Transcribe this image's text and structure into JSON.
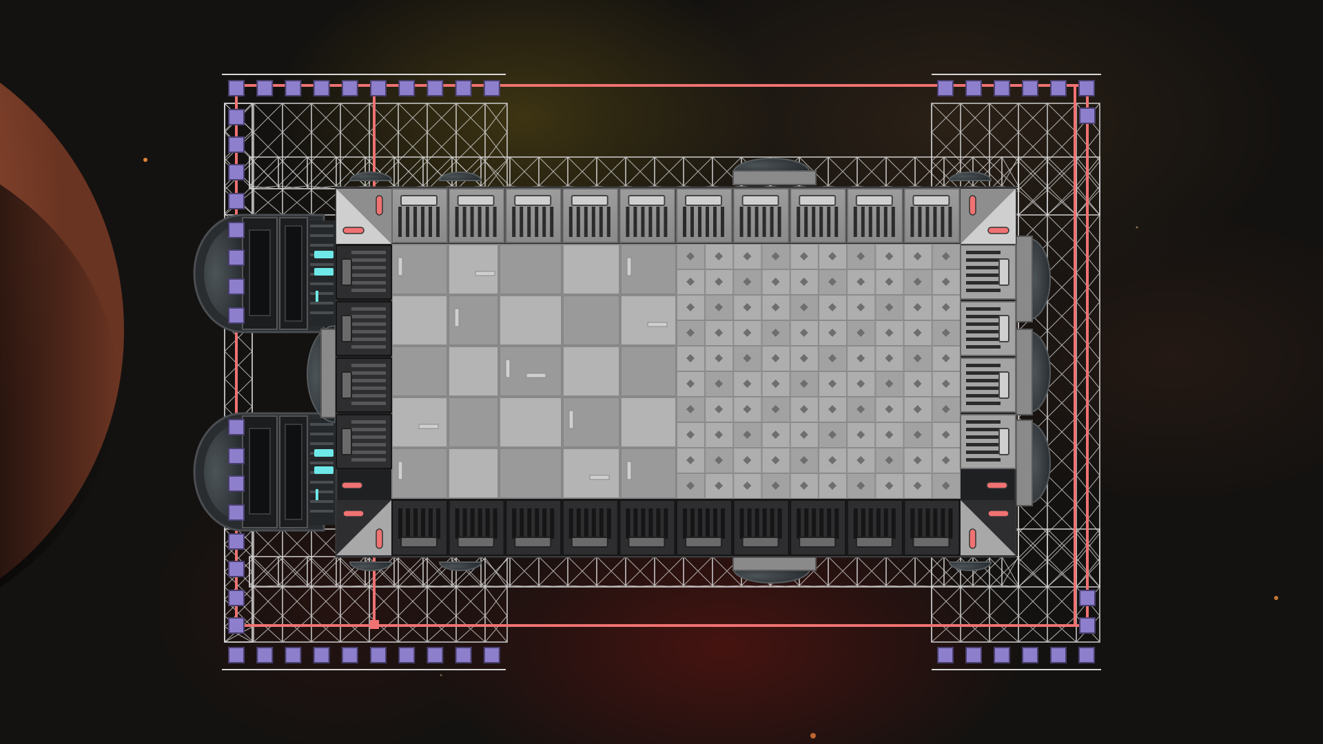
{
  "scene": {
    "view": "ship-editor-top-down",
    "planet_color": "#b86a45",
    "planet_shadow_color": "#070505",
    "hull_color": "#a4a4a4",
    "hull_panel_light": "#b4b4b4",
    "hull_panel_dark": "#9a9a9a",
    "dark_module_color": "#2e2e30",
    "conduit_color": "#f07272",
    "connector_color": "#8e7fcc",
    "glow_color": "#6ee8e8",
    "scaffold_color": "#d8d8d8",
    "star_color": "#ff9a40",
    "icons": [
      "planet",
      "hull",
      "thruster-pod",
      "engine-pod",
      "scaffold",
      "power-conduit",
      "connector-node",
      "rivet",
      "vent"
    ]
  }
}
